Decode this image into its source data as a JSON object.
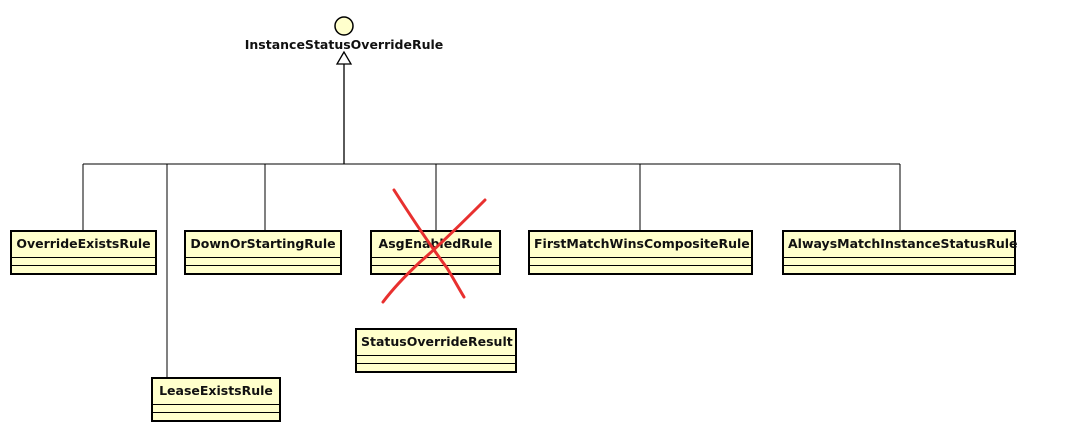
{
  "interface": {
    "name": "InstanceStatusOverrideRule"
  },
  "classes": {
    "override_exists": "OverrideExistsRule",
    "lease_exists": "LeaseExistsRule",
    "down_or_starting": "DownOrStartingRule",
    "asg_enabled": "AsgEnabledRule",
    "status_override_result": "StatusOverrideResult",
    "first_match_wins": "FirstMatchWinsCompositeRule",
    "always_match": "AlwaysMatchInstanceStatusRule"
  },
  "colors": {
    "class_fill": "#ffffcc",
    "interface_fill": "#ffffcc",
    "line": "#000000",
    "cross_mark": "#e8302f"
  }
}
